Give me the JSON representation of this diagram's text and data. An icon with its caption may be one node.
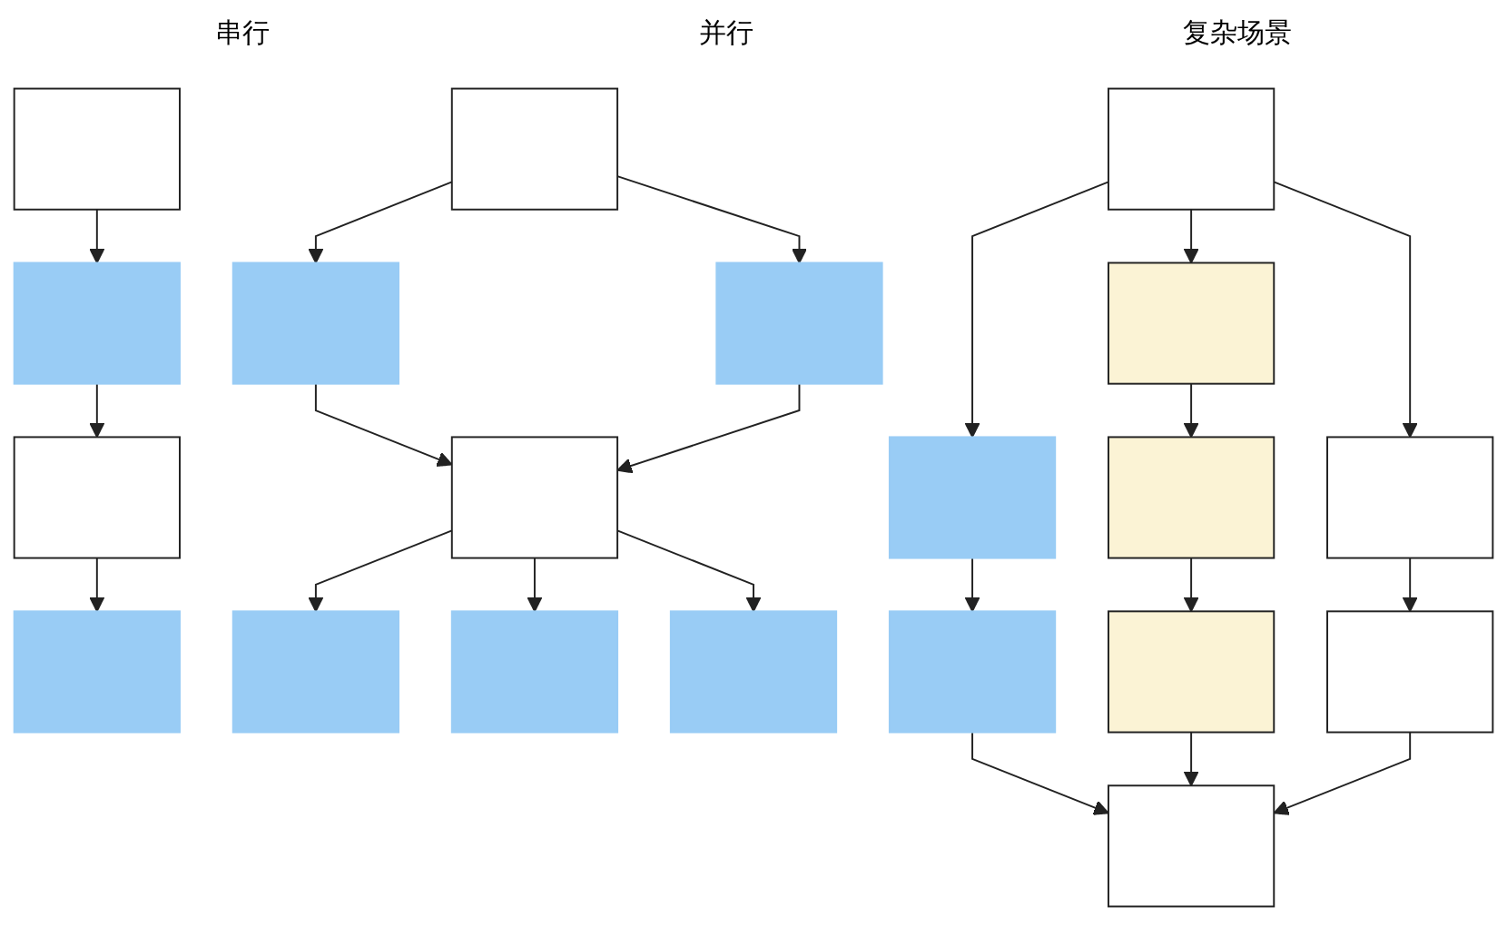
{
  "diagram": {
    "nodes": [
      {
        "text": [],
        "shape": "box"
      },
      {
        "text": [],
        "shape": "box"
      },
      {
        "text": [],
        "shape": "box"
      },
      {
        "text": [],
        "shape": "box"
      },
      {
        "text": [],
        "shape": "box"
      },
      {
        "text": [],
        "shape": "box"
      },
      {
        "text": [],
        "shape": "box"
      },
      {
        "text": [],
        "shape": "box"
      },
      {
        "text": [],
        "shape": "box"
      },
      {
        "text": [],
        "shape": "box"
      },
      {
        "text": [],
        "shape": "box"
      },
      {
        "text": [],
        "shape": "box"
      },
      {
        "text": [],
        "shape": "box"
      },
      {
        "text": [],
        "shape": "box"
      },
      {
        "text": [],
        "shape": "box"
      },
      {
        "text": [],
        "shape": "box"
      },
      {
        "text": [],
        "shape": "box"
      },
      {
        "text": [],
        "shape": "box"
      },
      {
        "text": [],
        "shape": "box"
      },
      {
        "text": [],
        "shape": "box"
      }
    ],
    "edges": [
      {
        "from": 0,
        "to": 1,
        "arrow": "to"
      },
      {
        "from": 1,
        "to": 2,
        "arrow": "to"
      },
      {
        "from": 2,
        "to": 3,
        "arrow": "to"
      },
      {
        "from": 4,
        "to": 5,
        "arrow": "to"
      },
      {
        "from": 4,
        "to": 6,
        "arrow": "to"
      },
      {
        "from": 5,
        "to": 7,
        "arrow": "to"
      },
      {
        "from": 6,
        "to": 7,
        "arrow": "to"
      },
      {
        "from": 7,
        "to": 8,
        "arrow": "to"
      },
      {
        "from": 7,
        "to": 9,
        "arrow": "to"
      },
      {
        "from": 7,
        "to": 10,
        "arrow": "to"
      },
      {
        "from": 11,
        "to": 12,
        "arrow": "to"
      },
      {
        "from": 11,
        "to": 13,
        "arrow": "to"
      },
      {
        "from": 11,
        "to": 14,
        "arrow": "to"
      },
      {
        "from": 12,
        "to": 15,
        "arrow": "to"
      },
      {
        "from": 13,
        "to": 16,
        "arrow": "to"
      },
      {
        "from": 14,
        "to": 17,
        "arrow": "to"
      },
      {
        "from": 16,
        "to": 18,
        "arrow": "to"
      },
      {
        "from": 15,
        "to": 19,
        "arrow": "to"
      },
      {
        "from": 18,
        "to": 19,
        "arrow": "to"
      },
      {
        "from": 17,
        "to": 19,
        "arrow": "to"
      }
    ],
    "labels": [
      "串行",
      "并行",
      "复杂场景"
    ]
  }
}
